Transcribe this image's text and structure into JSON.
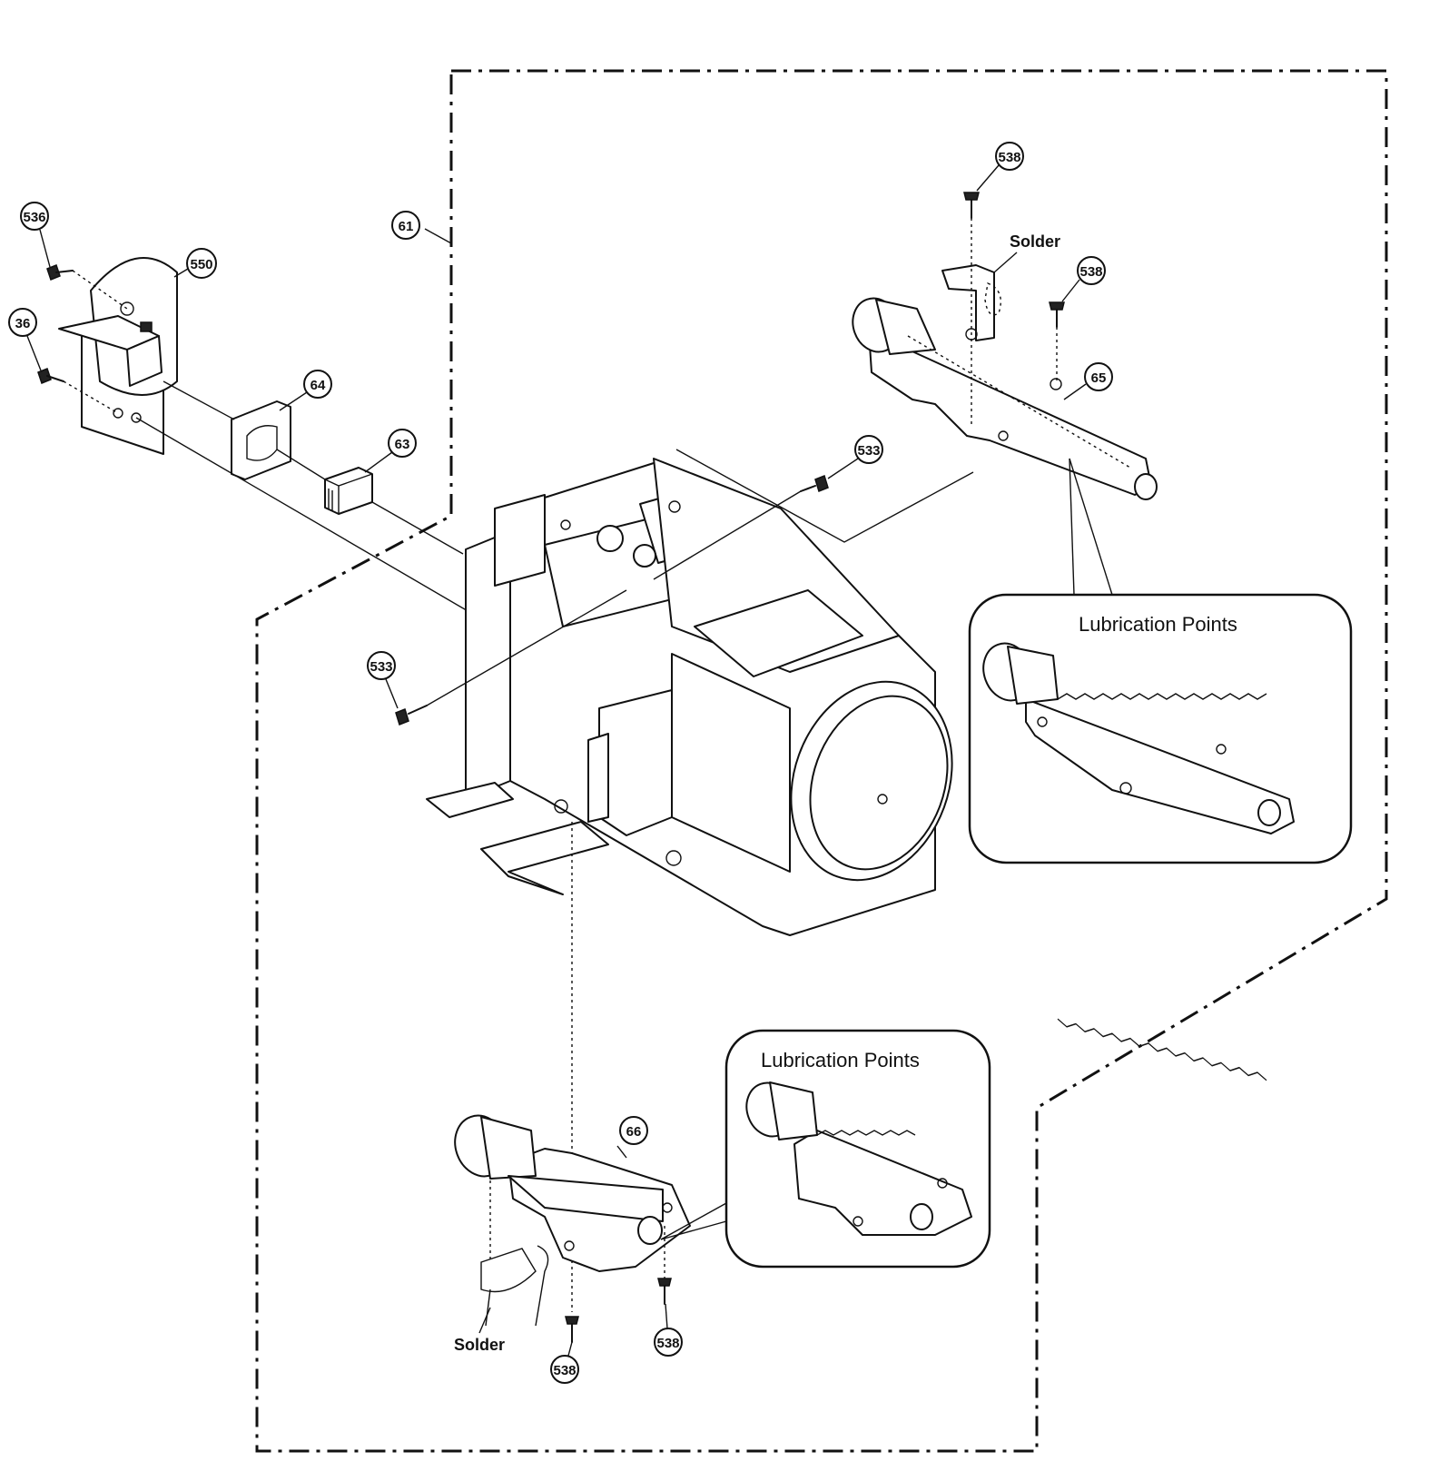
{
  "callouts": {
    "c536a": "536",
    "c536b": "36",
    "c550": "550",
    "c61": "61",
    "c64": "64",
    "c63": "63",
    "c538_top": "538",
    "c538_mid": "538",
    "c65": "65",
    "c533_right": "533",
    "c533_left": "533",
    "c66": "66",
    "c538_bottom_left": "538",
    "c538_bottom_right": "538"
  },
  "labels": {
    "solder_top": "Solder",
    "solder_bottom": "Solder",
    "lubrication_points_right": "Lubrication Points",
    "lubrication_points_bottom": "Lubrication Points"
  }
}
